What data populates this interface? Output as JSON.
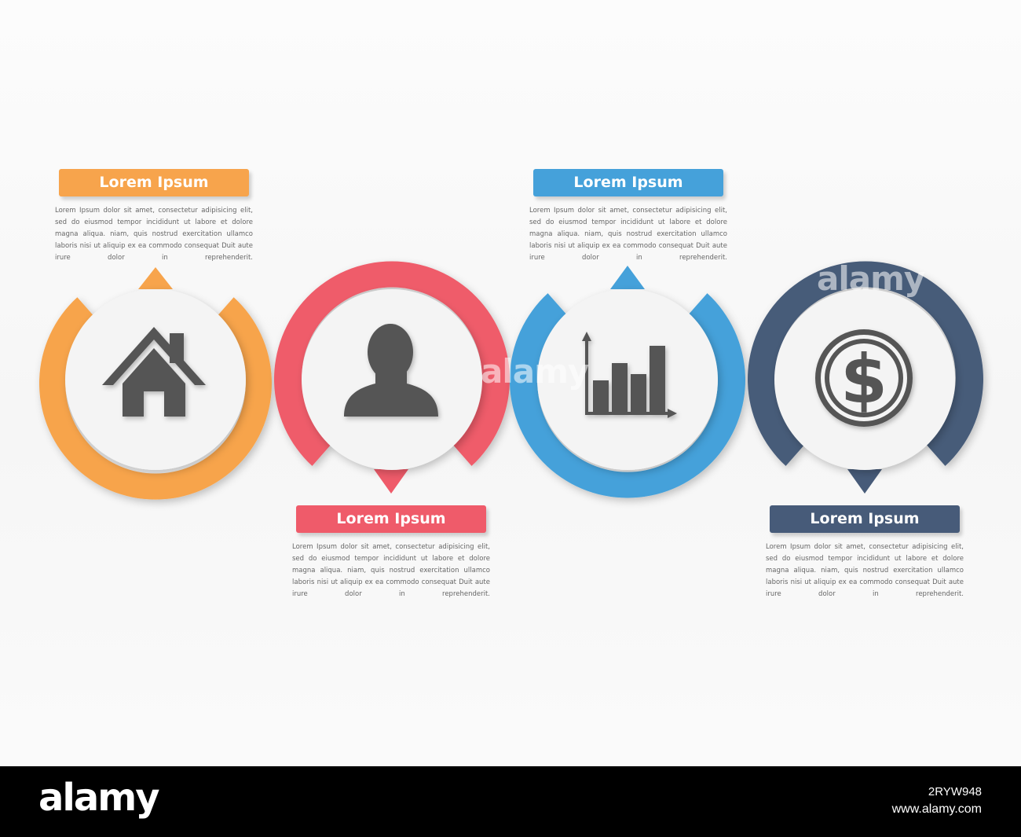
{
  "steps": [
    {
      "title": "Lorem Ipsum",
      "icon": "house-icon",
      "color": "#F7A44C",
      "text": "Lorem Ipsum dolor sit amet, consectetur adipisicing elit, sed do eiusmod tempor incididunt ut labore et dolore magna aliqua. niam, quis nostrud exercitation ullamco laboris nisi ut aliquip ex ea commodo consequat Duit aute irure dolor in reprehenderit."
    },
    {
      "title": "Lorem Ipsum",
      "icon": "person-icon",
      "color": "#EF5B6A",
      "text": "Lorem Ipsum dolor sit amet, consectetur adipisicing elit, sed do eiusmod tempor incididunt ut labore et dolore magna aliqua. niam, quis nostrud exercitation ullamco laboris nisi ut aliquip ex ea commodo consequat Duit aute irure dolor in reprehenderit."
    },
    {
      "title": "Lorem Ipsum",
      "icon": "bar-chart-icon",
      "color": "#45A1DA",
      "text": "Lorem Ipsum dolor sit amet, consectetur adipisicing elit, sed do eiusmod tempor incididunt ut labore et dolore magna aliqua. niam, quis nostrud exercitation ullamco laboris nisi ut aliquip ex ea commodo consequat Duit aute irure dolor in reprehenderit."
    },
    {
      "title": "Lorem Ipsum",
      "icon": "dollar-coin-icon",
      "color": "#475B79",
      "text": "Lorem Ipsum dolor sit amet, consectetur adipisicing elit, sed do eiusmod tempor incididunt ut labore et dolore magna aliqua. niam, quis nostrud exercitation ullamco laboris nisi ut aliquip ex ea commodo consequat Duit aute irure dolor in reprehenderit."
    }
  ],
  "icon_color": "#555555",
  "watermark": "alamy",
  "footer": {
    "logo": "alamy",
    "image_id": "2RYW948",
    "site": "www.alamy.com"
  }
}
